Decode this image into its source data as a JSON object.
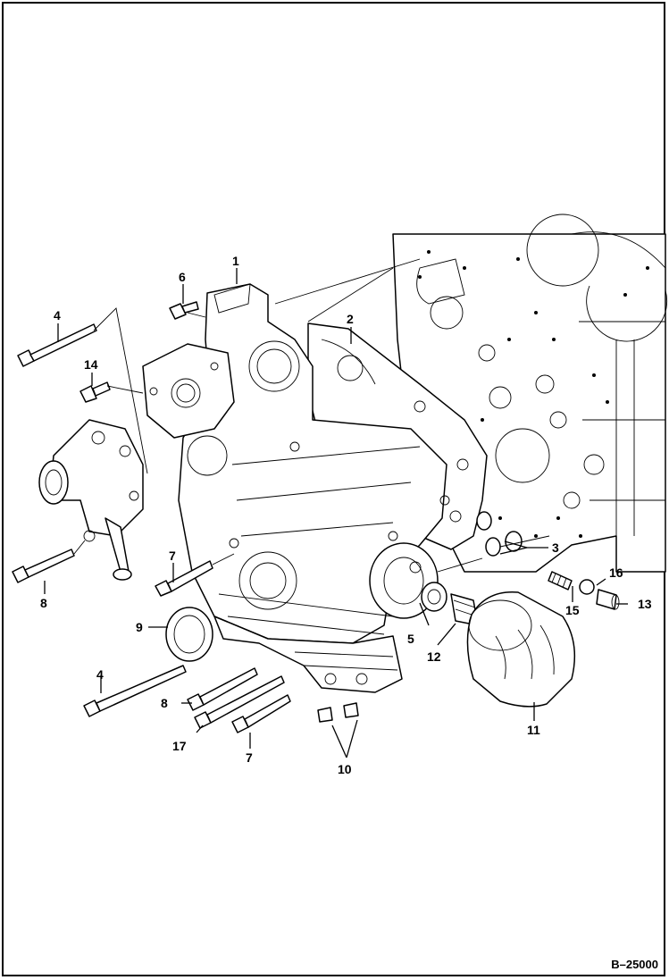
{
  "diagram": {
    "reference_code": "B–25000",
    "callouts": [
      {
        "id": "c1",
        "label": "1"
      },
      {
        "id": "c2",
        "label": "2"
      },
      {
        "id": "c3",
        "label": "3"
      },
      {
        "id": "c4a",
        "label": "4"
      },
      {
        "id": "c4b",
        "label": "4"
      },
      {
        "id": "c5",
        "label": "5"
      },
      {
        "id": "c6",
        "label": "6"
      },
      {
        "id": "c7a",
        "label": "7"
      },
      {
        "id": "c7b",
        "label": "7"
      },
      {
        "id": "c8a",
        "label": "8"
      },
      {
        "id": "c8b",
        "label": "8"
      },
      {
        "id": "c9",
        "label": "9"
      },
      {
        "id": "c10",
        "label": "10"
      },
      {
        "id": "c11",
        "label": "11"
      },
      {
        "id": "c12",
        "label": "12"
      },
      {
        "id": "c13",
        "label": "13"
      },
      {
        "id": "c14",
        "label": "14"
      },
      {
        "id": "c15",
        "label": "15"
      },
      {
        "id": "c16",
        "label": "16"
      },
      {
        "id": "c17",
        "label": "17"
      }
    ]
  }
}
